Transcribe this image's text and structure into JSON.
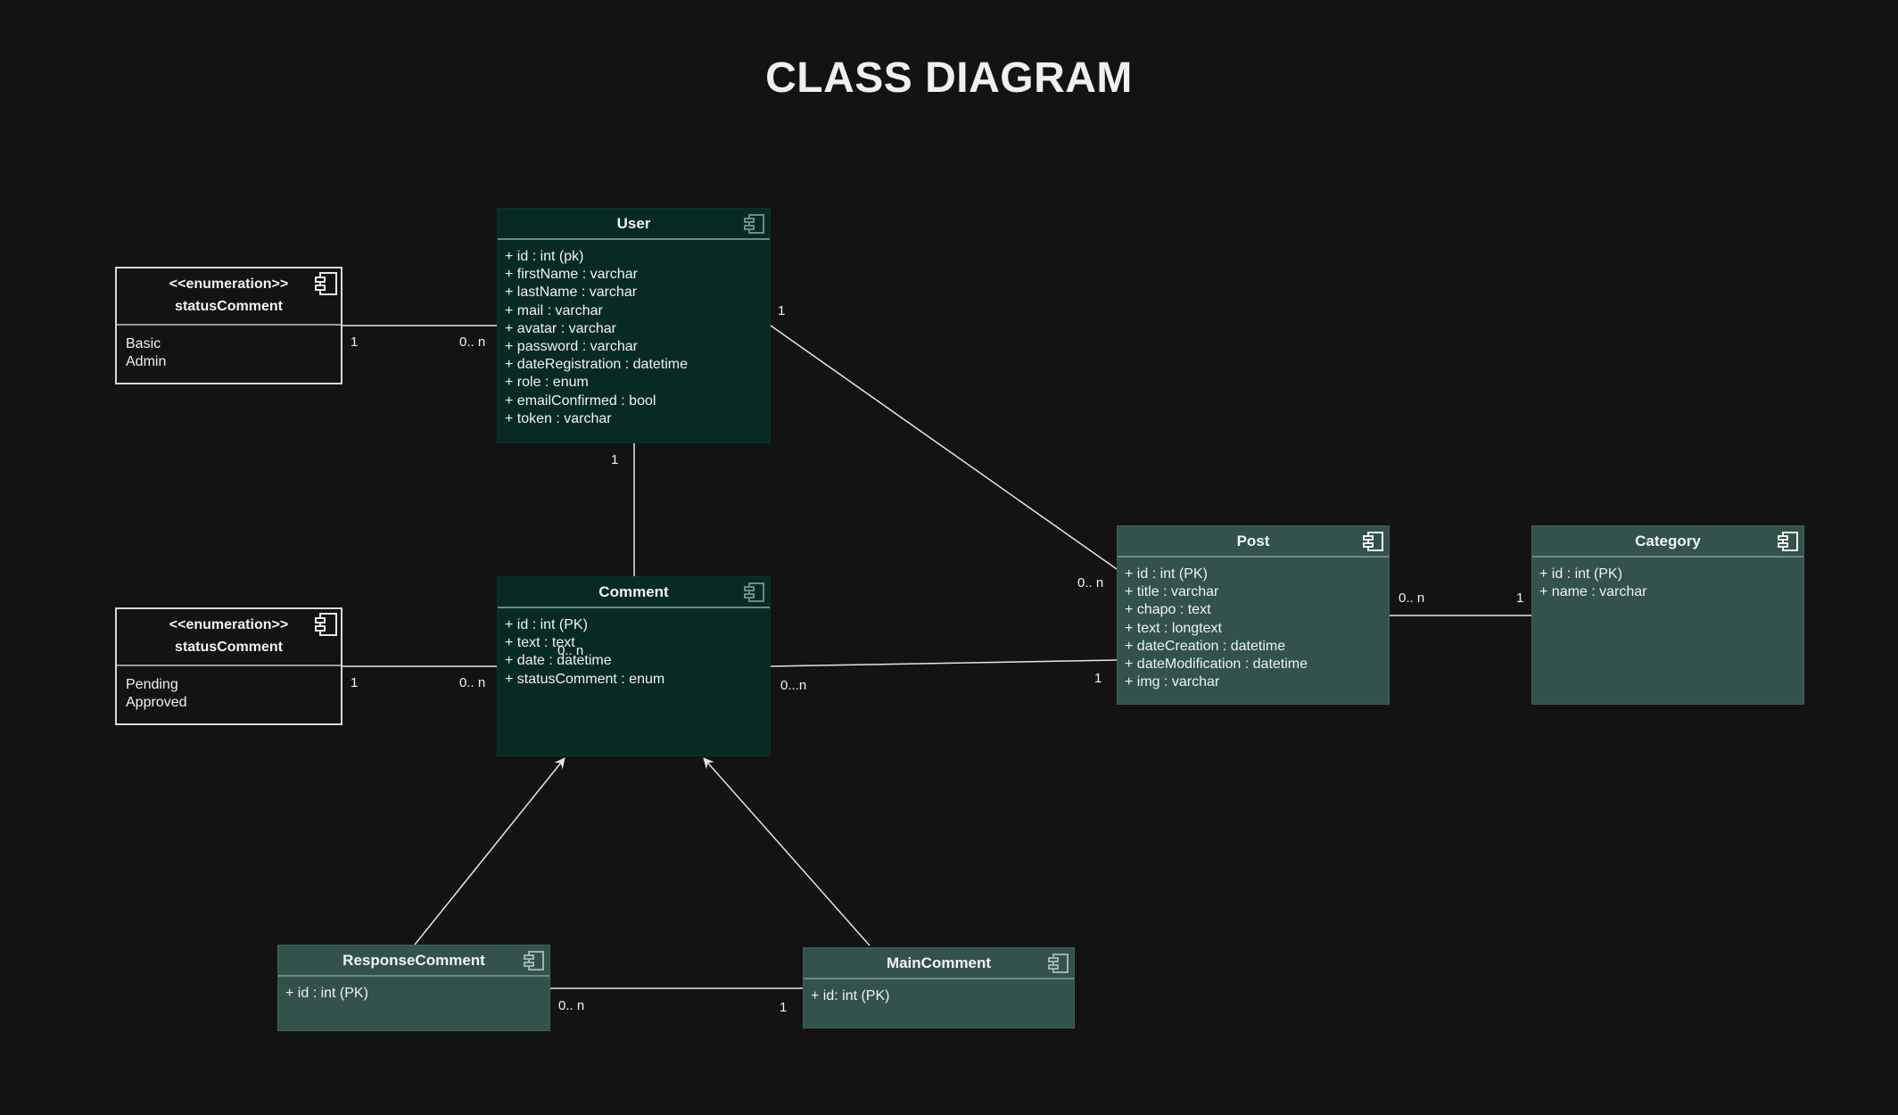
{
  "title": "CLASS DIAGRAM",
  "classes": {
    "user": {
      "name": "User",
      "attributes": [
        "+ id : int (pk)",
        "+ firstName : varchar",
        "+ lastName : varchar",
        "+ mail : varchar",
        "+ avatar : varchar",
        "+ password : varchar",
        "+ dateRegistration : datetime",
        "+ role : enum",
        "+ emailConfirmed : bool",
        "+ token : varchar"
      ]
    },
    "comment": {
      "name": "Comment",
      "attributes": [
        "+ id : int (PK)",
        "+ text : text",
        "+ date : datetime",
        "+ statusComment : enum"
      ]
    },
    "post": {
      "name": "Post",
      "attributes": [
        "+ id : int (PK)",
        "+ title : varchar",
        "+ chapo : text",
        "+ text : longtext",
        "+ dateCreation : datetime",
        "+ dateModification : datetime",
        "+ img : varchar"
      ]
    },
    "category": {
      "name": "Category",
      "attributes": [
        "+ id : int (PK)",
        "+ name : varchar"
      ]
    },
    "response_comment": {
      "name": "ResponseComment",
      "attributes": [
        "+ id : int (PK)"
      ]
    },
    "main_comment": {
      "name": "MainComment",
      "attributes": [
        "+ id: int (PK)"
      ]
    }
  },
  "enumerations": {
    "role_enum": {
      "stereotype": "<<enumeration>>",
      "name": "statusComment",
      "values": [
        "Basic",
        "Admin"
      ]
    },
    "status_enum": {
      "stereotype": "<<enumeration>>",
      "name": "statusComment",
      "values": [
        "Pending",
        "Approved"
      ]
    }
  },
  "multiplicities": {
    "role_enum_side": "1",
    "role_user_side": "0.. n",
    "user_post_user_side": "1",
    "user_post_post_side": "0.. n",
    "user_comment_user_side": "1",
    "user_comment_comment_side": "0.. n",
    "status_enum_side": "1",
    "status_comment_side": "0.. n",
    "comment_post_comment_side": "0...n",
    "comment_post_post_side": "1",
    "post_category_post_side": "0.. n",
    "post_category_category_side": "1",
    "response_main_response_side": "0.. n",
    "response_main_main_side": "1"
  },
  "colors": {
    "background": "#131313",
    "dark_class_fill": "#082a24",
    "teal_class_fill": "#32524b",
    "line": "#e6e6e6"
  },
  "icon": "component-icon"
}
